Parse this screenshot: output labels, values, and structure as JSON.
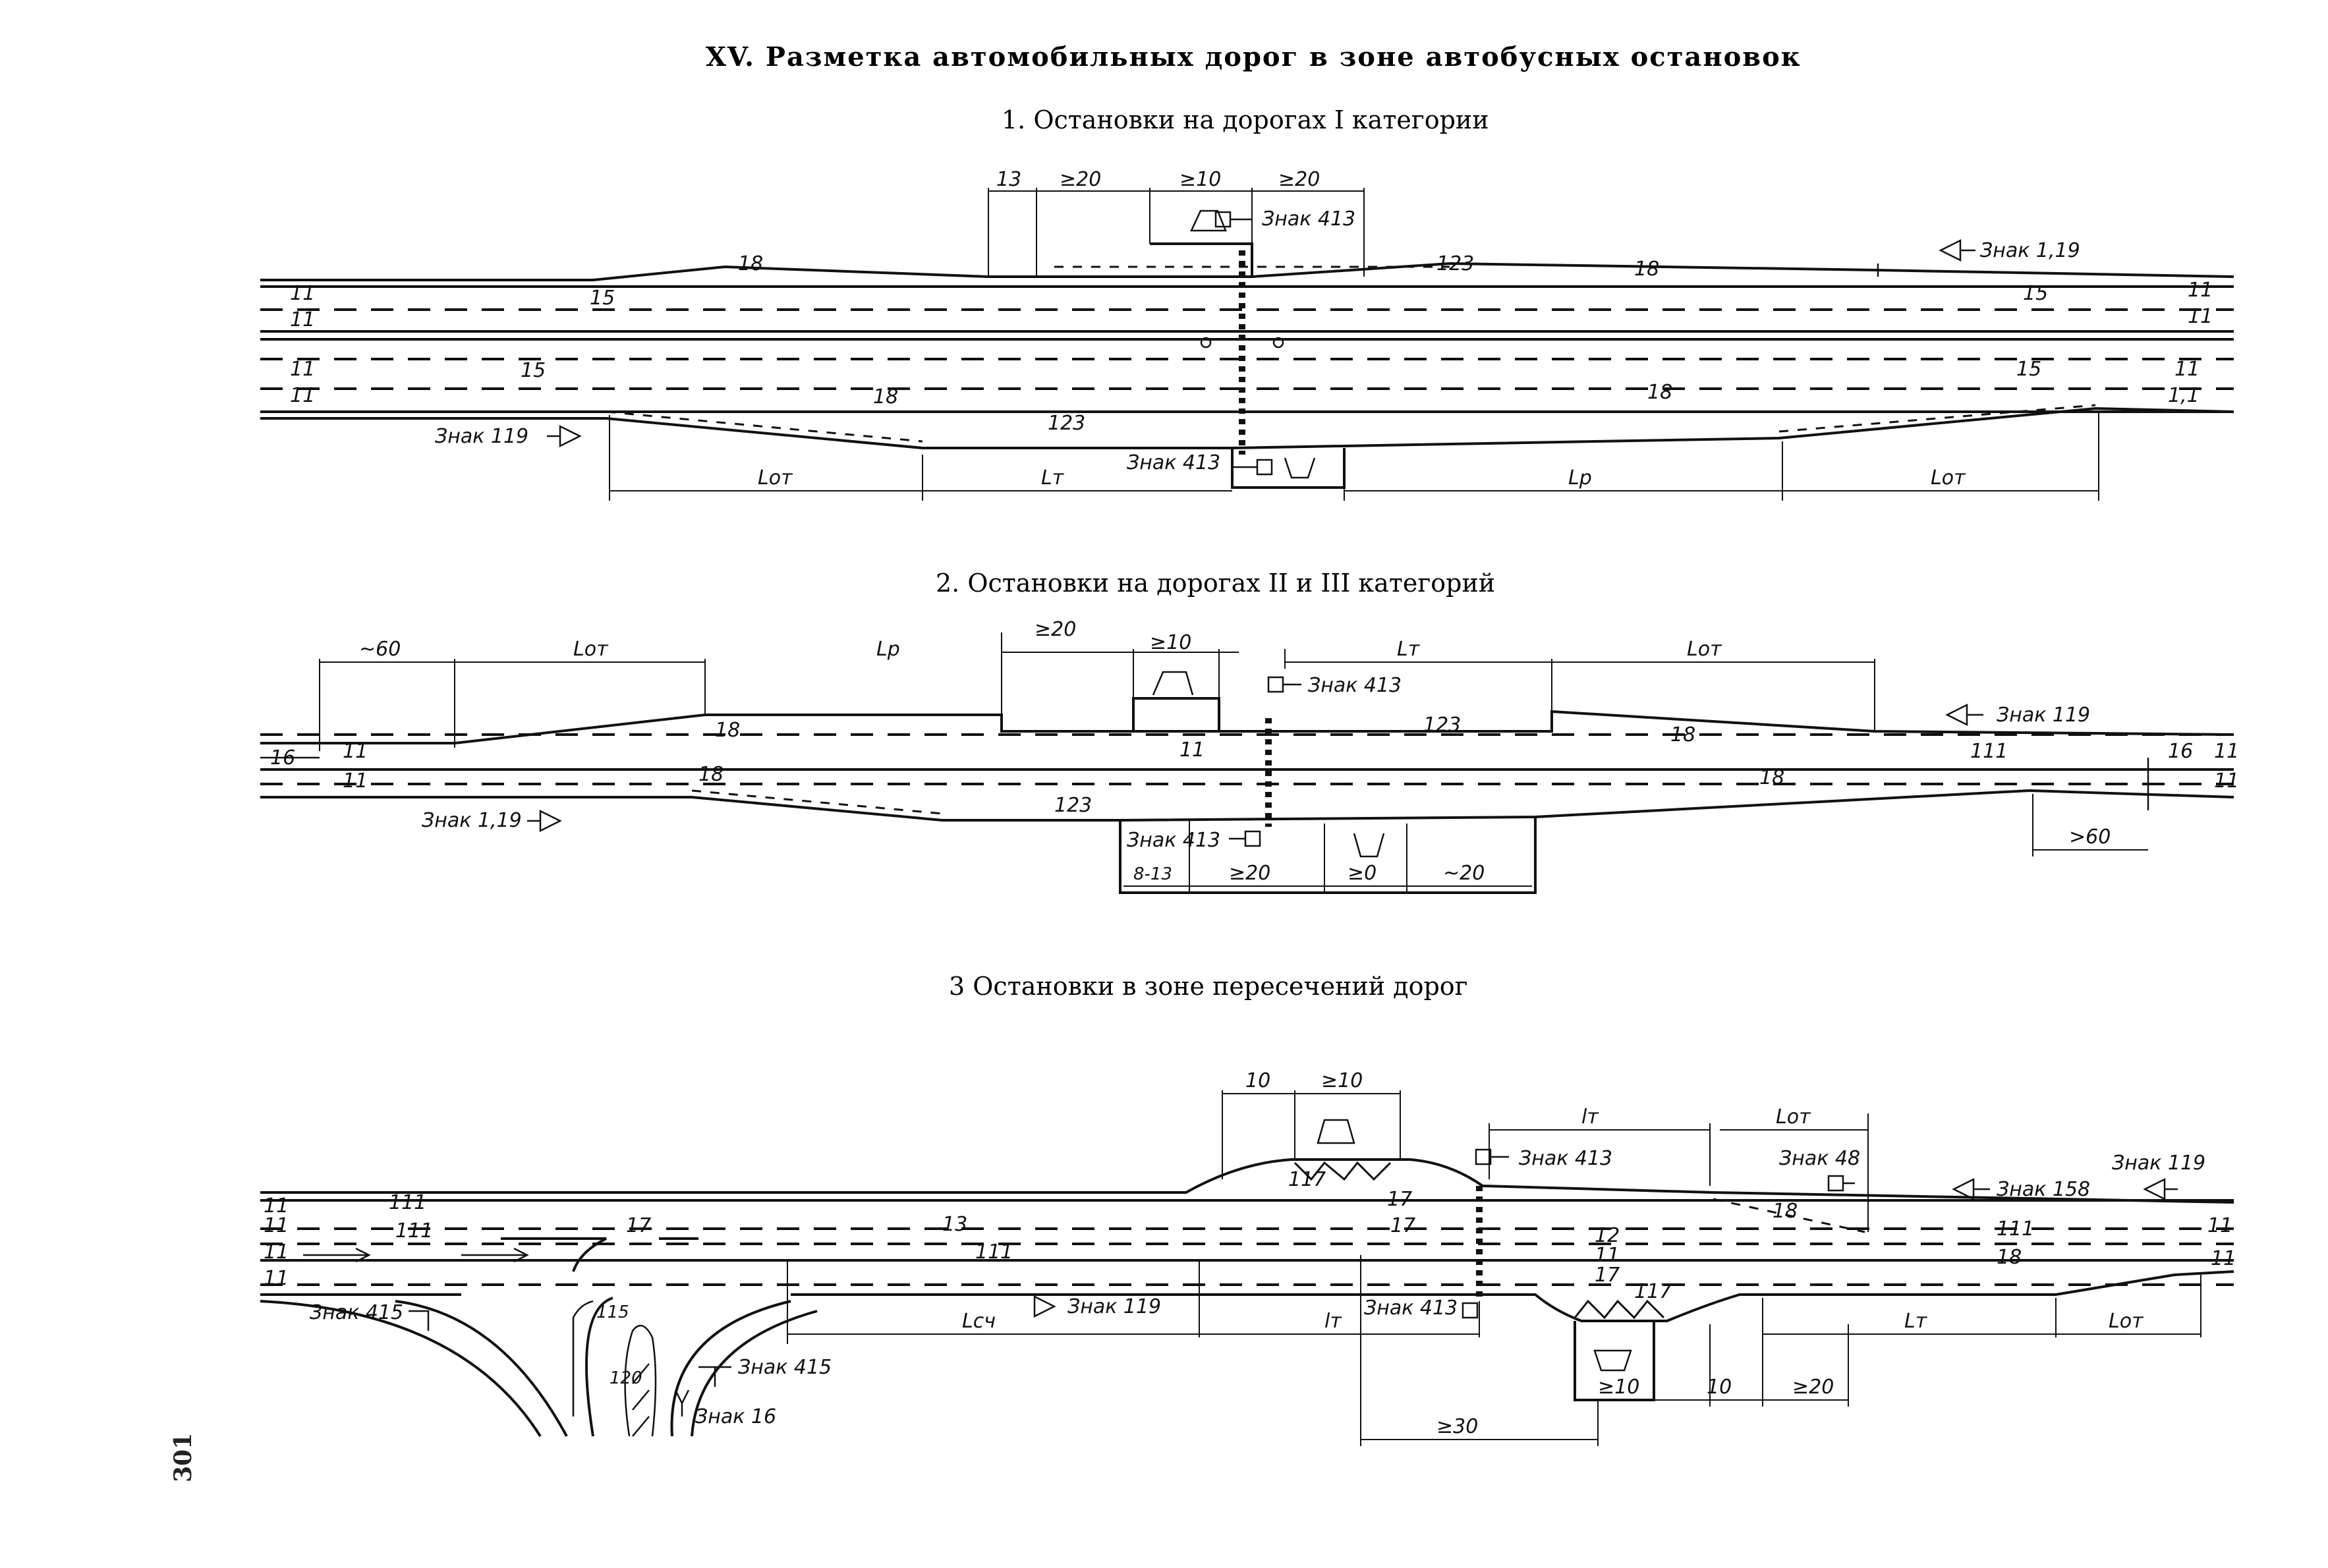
{
  "titles": {
    "main": "XV. Разметка автомобильных дорог в зоне автобусных остановок",
    "s1": "1. Остановки на дорогах I категории",
    "s2": "2. Остановки на дорогах II и III категорий",
    "s3": "3 Остановки в зоне пересечений дорог"
  },
  "s1": {
    "dims_top": [
      "13",
      "≥20",
      "≥10",
      "≥20"
    ],
    "sign_top": "Знак 413",
    "sign_right": "Знак 1,19",
    "sign_left": "Знак 119",
    "sign_bottom": "Знак 413",
    "lines": [
      "11",
      "11",
      "11",
      "11",
      "11",
      "11",
      "11",
      "1,1"
    ],
    "marks_15": [
      "15",
      "15",
      "15",
      "15"
    ],
    "marks_18": [
      "18",
      "18",
      "18",
      "18"
    ],
    "marks_123": [
      "123",
      "123"
    ],
    "dims_bottom": [
      "Lот",
      "Lт",
      "Lр",
      "Lот"
    ]
  },
  "s2": {
    "dims_top": [
      "~60",
      "Lот",
      "Lр",
      "≥20",
      "≥10",
      "Lт",
      "Lот"
    ],
    "sign_top": "Знак 413",
    "sign_right": "Знак 119",
    "sign_left": "Знак 1,19",
    "sign_bottom": "Знак 413",
    "lines_left": [
      "16",
      "11",
      "11"
    ],
    "lines_right": [
      "111",
      "16",
      "11",
      "11"
    ],
    "center_11": "11",
    "marks_18": [
      "18",
      "18",
      "18",
      "18"
    ],
    "marks_123": [
      "123",
      "123"
    ],
    "dims_bottom": [
      "8-13",
      "≥20",
      "≥0",
      "~20",
      ">60"
    ]
  },
  "s3": {
    "dims_top": [
      "10",
      "≥10",
      "lт",
      "Lот"
    ],
    "signs": [
      "Знак 413",
      "Знак 48",
      "Знак 158",
      "Знак 119",
      "Знак 415",
      "Знак 119",
      "Знак 413",
      "Знак 415",
      "Знак 16"
    ],
    "lines_left": [
      "11",
      "11",
      "11",
      "11"
    ],
    "lines_mid": [
      "111",
      "111",
      "13",
      "111"
    ],
    "lines_right": [
      "11",
      "11",
      "111",
      "18",
      "11"
    ],
    "marks_17": [
      "17",
      "17",
      "17",
      "17",
      "117",
      "117"
    ],
    "misc": [
      "12",
      "18",
      "115",
      "120"
    ],
    "dims_bottom": [
      "Lсч",
      "lт",
      "≥10",
      "10",
      "≥20",
      "Lт",
      "Lот",
      "≥30"
    ]
  },
  "page_number": "301"
}
